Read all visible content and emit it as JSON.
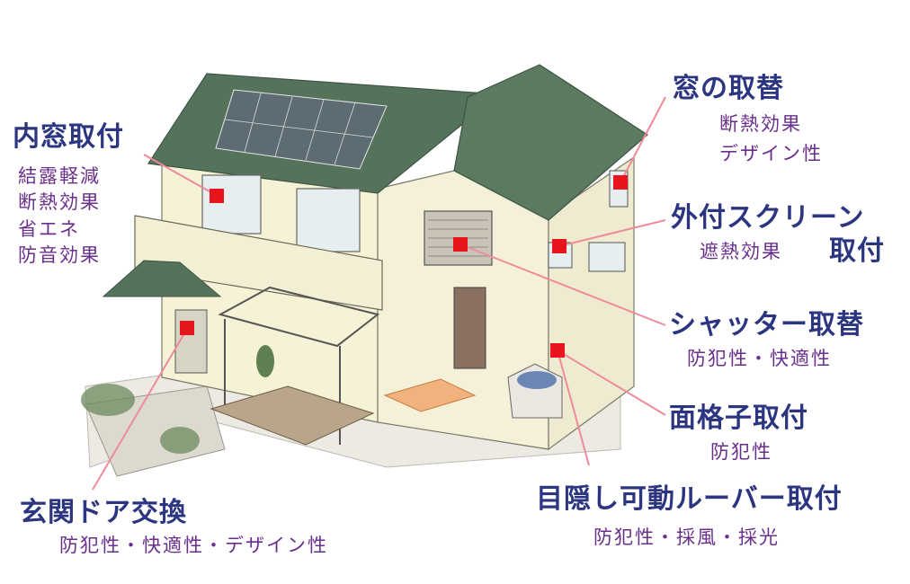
{
  "callouts": [
    {
      "id": "uchimado",
      "title": "内窓取付",
      "effects": [
        "結露軽減",
        "断熱効果",
        "省エネ",
        "防音効果"
      ]
    },
    {
      "id": "mado",
      "title": "窓の取替",
      "effects": [
        "断熱効果",
        "デザイン性"
      ]
    },
    {
      "id": "screen",
      "title": "外付スクリーン",
      "title_suffix": "取付",
      "effects": [
        "遮熱効果"
      ]
    },
    {
      "id": "shutter",
      "title": "シャッター取替",
      "effects": [
        "防犯性・快適性"
      ]
    },
    {
      "id": "menkoshi",
      "title": "面格子取付",
      "effects": [
        "防犯性"
      ]
    },
    {
      "id": "louver",
      "title": "目隠し可動ルーバー取付",
      "effects": [
        "防犯性・採風・採光"
      ]
    },
    {
      "id": "door",
      "title": "玄関ドア交換",
      "effects": [
        "防犯性・快適性・デザイン性"
      ]
    }
  ],
  "colors": {
    "title": "#2c3580",
    "effect": "#6a2f8c",
    "leader": "#f08a9a",
    "marker": "#e8141e",
    "roof": "#4f6f55",
    "wall": "#f6f2d6"
  }
}
